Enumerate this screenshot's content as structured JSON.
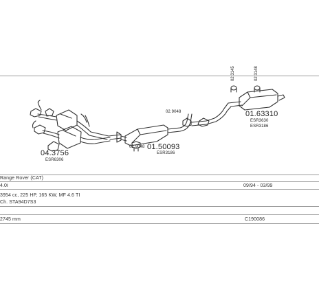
{
  "parts": {
    "catalytic_converter": {
      "number": "04.3756",
      "ref": "ESR6306"
    },
    "middle_silencer": {
      "number": "01.50093",
      "ref": "ESR3186"
    },
    "rear_silencer": {
      "number": "01.63310",
      "ref_1": "ESR3630",
      "ref_2": "ESR3186"
    },
    "fittings": {
      "flange_left": "02.9048",
      "flange_mid": "02.9048",
      "hanger_a": "02.3145",
      "hanger_b": "02.3148"
    }
  },
  "info": {
    "model": "Range Rover (CAT)",
    "engine": "4.0i",
    "period": "09/94 - 03/99",
    "spec": "3954 cc, 225 HP, 165 KW, MF 4.6 TI",
    "chassis": "Ch. STA94D7S3",
    "length": "2745 mm",
    "catalog_number": "C190086"
  }
}
